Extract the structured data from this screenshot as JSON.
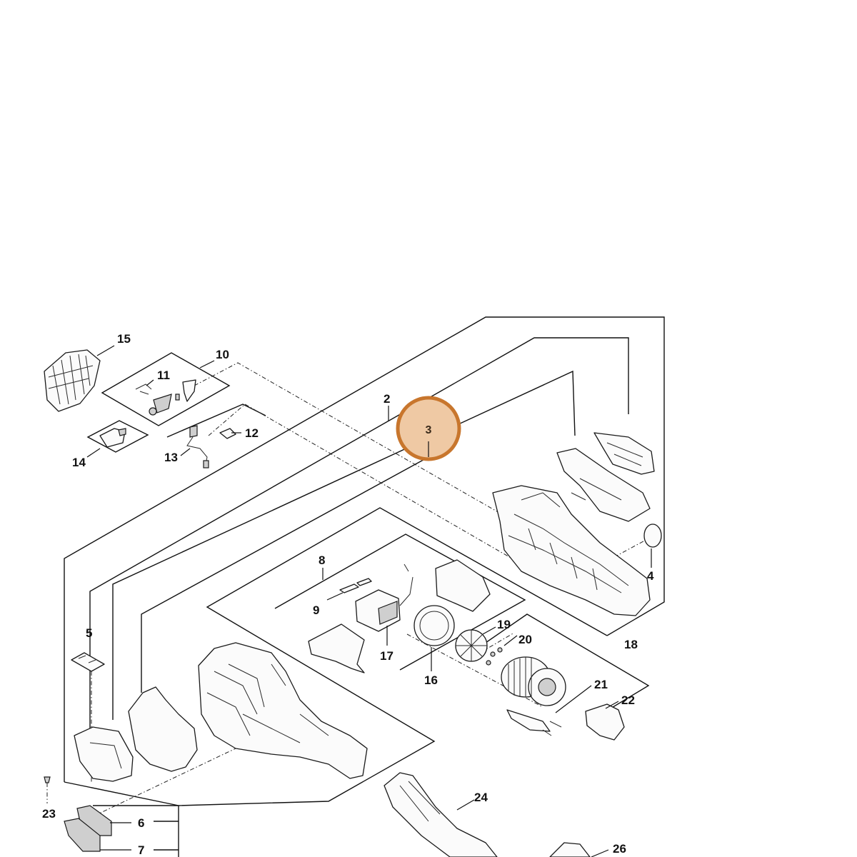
{
  "diagram": {
    "highlight": {
      "label": "3",
      "fill": "#efc9a4",
      "stroke": "#c8762d"
    },
    "callouts": {
      "c2": "2",
      "c4": "4",
      "c5": "5",
      "c6": "6",
      "c7": "7",
      "c8": "8",
      "c9": "9",
      "c10": "10",
      "c11": "11",
      "c12": "12",
      "c13": "13",
      "c14": "14",
      "c15": "15",
      "c16": "16",
      "c17": "17",
      "c18": "18",
      "c19": "19",
      "c20": "20",
      "c21": "21",
      "c22": "22",
      "c23": "23",
      "c24": "24",
      "c26": "26"
    }
  }
}
